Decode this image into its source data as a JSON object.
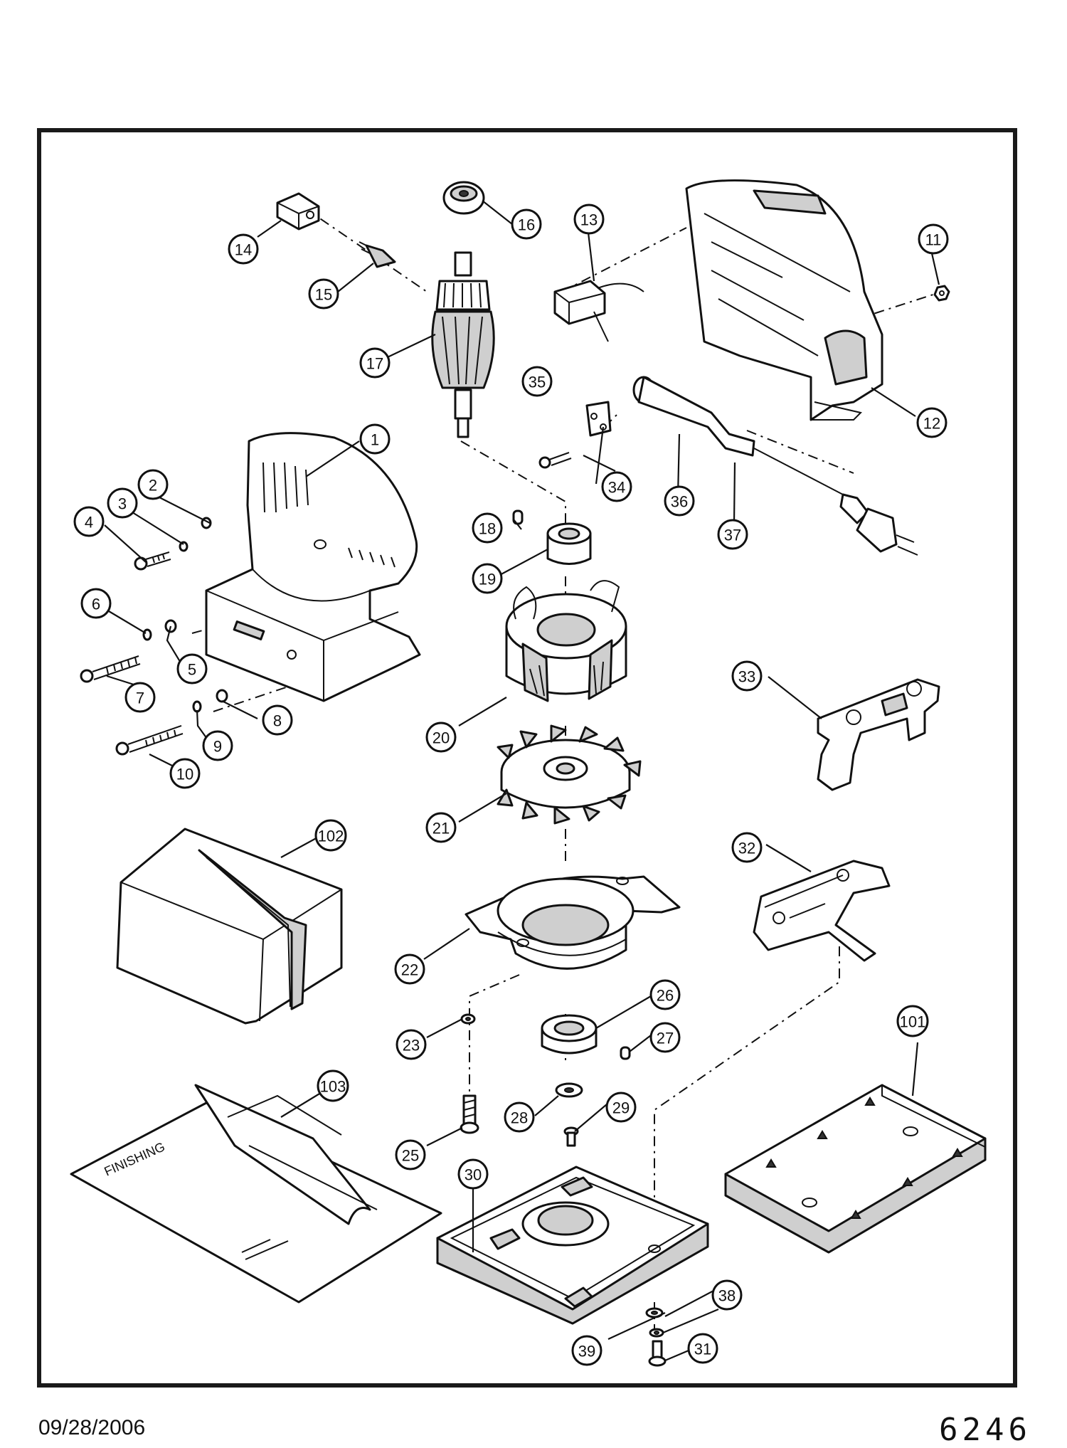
{
  "footer": {
    "date": "09/28/2006",
    "code": "6246"
  },
  "callouts": [
    "1",
    "2",
    "3",
    "4",
    "5",
    "6",
    "7",
    "8",
    "9",
    "10",
    "11",
    "12",
    "13",
    "14",
    "15",
    "16",
    "17",
    "18",
    "19",
    "20",
    "21",
    "22",
    "23",
    "25",
    "26",
    "27",
    "28",
    "29",
    "30",
    "31",
    "32",
    "33",
    "34",
    "35",
    "36",
    "37",
    "38",
    "39",
    "101",
    "102",
    "103"
  ],
  "manual_text": "FINISHING"
}
